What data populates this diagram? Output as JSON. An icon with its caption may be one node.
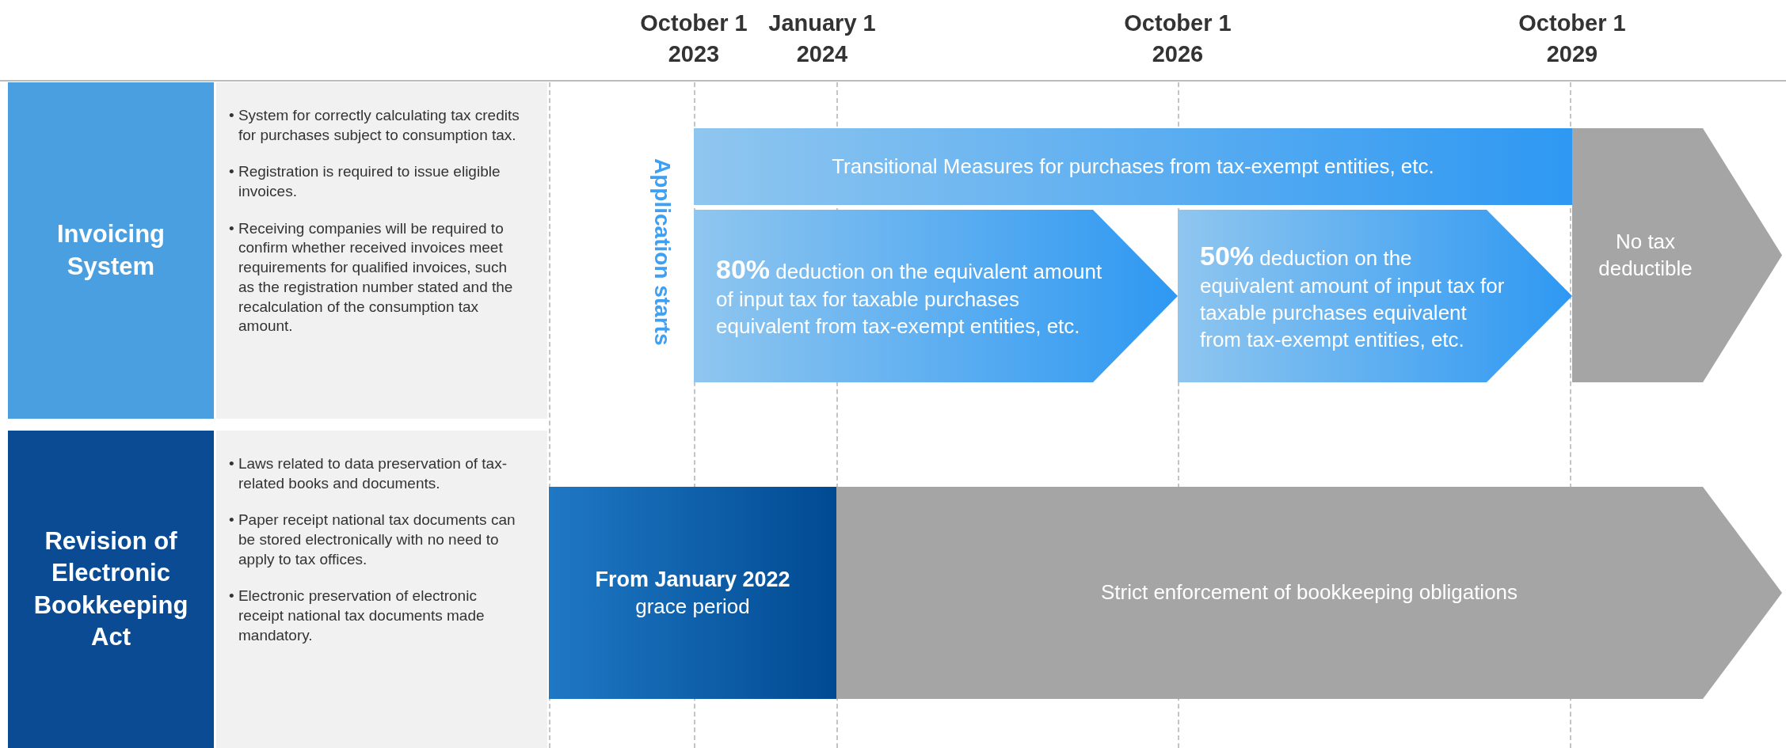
{
  "diagram": {
    "nodes": [
      {
        "text": [
          "Invoicing System"
        ]
      },
      {
        "text": [
          "• System for correctly calculating tax credits for purchases subject to consumption tax.",
          "• Registration is required to issue eligible invoices.",
          "• Receiving companies will be required to confirm whether received invoices meet requirements for qualified invoices, such as the registration number stated and the recalculation of the consumption tax amount."
        ]
      },
      {
        "text": [
          "Transitional Measures for purchases from tax-exempt entities, etc."
        ]
      },
      {
        "text": [
          "**80%** deduction on the equivalent amount of input tax for taxable purchases equivalent from tax-exempt entities, etc."
        ]
      },
      {
        "text": [
          "**50%** deduction on the equivalent amount of input tax for taxable purchases equivalent from tax-exempt entities, etc."
        ]
      },
      {
        "text": [
          "No tax deductible"
        ]
      },
      {
        "text": [
          "Revision of Electronic Bookkeeping Act"
        ]
      },
      {
        "text": [
          "• Laws related to data preservation of tax-related books and documents.",
          "• Paper receipt national tax documents can be stored electronically with no need to apply to tax offices.",
          "• Electronic preservation of electronic receipt national tax documents made mandatory."
        ]
      },
      {
        "text": [
          "From January 2022",
          "grace period"
        ]
      },
      {
        "text": [
          "Strict enforcement of bookkeeping obligations"
        ]
      }
    ],
    "labels": [
      "October 1 2023",
      "January 1 2024",
      "October 1 2026",
      "October 1 2029",
      "Application starts"
    ]
  }
}
